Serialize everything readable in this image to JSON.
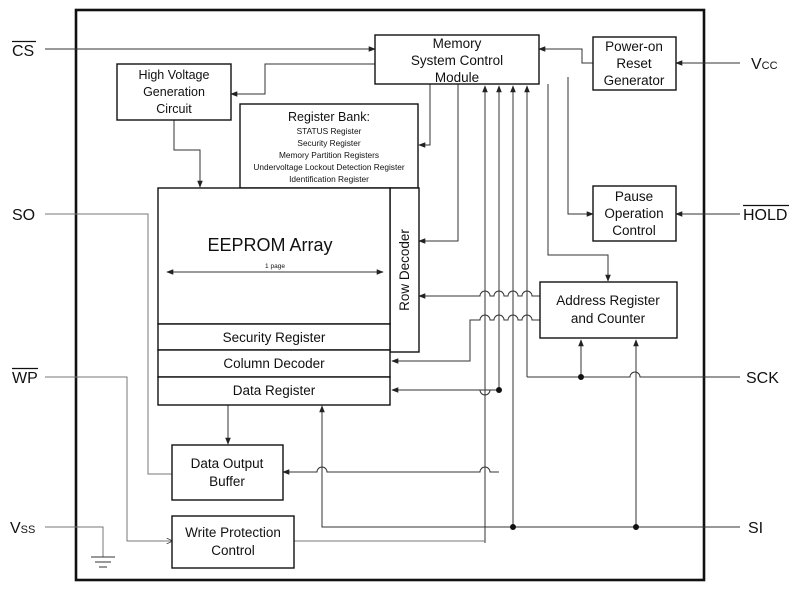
{
  "pins": {
    "cs": "CS",
    "vcc_main": "V",
    "vcc_sub": "CC",
    "so": "SO",
    "hold": "HOLD",
    "wp": "WP",
    "sck": "SCK",
    "vss_main": "V",
    "vss_sub": "SS",
    "si": "SI"
  },
  "blocks": {
    "memory_control": [
      "Memory",
      "System Control",
      "Module"
    ],
    "power_on_reset": [
      "Power-on",
      "Reset",
      "Generator"
    ],
    "high_voltage": [
      "High Voltage",
      "Generation",
      "Circuit"
    ],
    "register_bank_title": "Register Bank:",
    "register_bank_items": [
      "STATUS Register",
      "Security Register",
      "Memory Partition Registers",
      "Undervoltage Lockout Detection Register",
      "Identification Register"
    ],
    "eeprom_array": "EEPROM Array",
    "page_label": "1 page",
    "row_decoder": "Row Decoder",
    "security_register": "Security Register",
    "column_decoder": "Column Decoder",
    "data_register": "Data Register",
    "pause_operation": [
      "Pause",
      "Operation",
      "Control"
    ],
    "address_register": [
      "Address Register",
      "and Counter"
    ],
    "data_output_buffer": [
      "Data Output",
      "Buffer"
    ],
    "write_protection": [
      "Write Protection",
      "Control"
    ]
  }
}
